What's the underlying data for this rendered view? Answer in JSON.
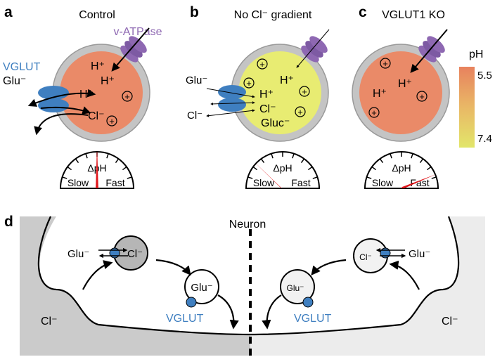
{
  "panels": {
    "a": {
      "letter": "a",
      "title": "Control"
    },
    "b": {
      "letter": "b",
      "title": "No Cl⁻ gradient"
    },
    "c": {
      "letter": "c",
      "title": "VGLUT1 KO"
    },
    "d": {
      "letter": "d"
    }
  },
  "labels": {
    "vatpase": "v-ATPase",
    "vglut": "VGLUT",
    "glu": "Glu⁻",
    "cl": "Cl⁻",
    "gluc": "Gluc⁻",
    "h": "H⁺",
    "dph": "ΔpH",
    "slow": "Slow",
    "fast": "Fast",
    "neuron": "Neuron"
  },
  "colorbar": {
    "title": "pH",
    "top_label": "5.5",
    "bottom_label": "7.4",
    "top_color": "#e8825e",
    "bottom_color": "#e2e66a"
  },
  "colors": {
    "acidic": "#ea8a68",
    "neutral": "#e8ec72",
    "shell": "#c4c4c4",
    "transporter": "#3f7fc0",
    "vatpase": "#8e68b2",
    "needle": "#e0161b",
    "bg_left": "#cbcbcb",
    "bg_right": "#ececec"
  },
  "gauges": {
    "a": {
      "level": "middle"
    },
    "b": {
      "level": "slow"
    },
    "c": {
      "level": "fast"
    }
  }
}
